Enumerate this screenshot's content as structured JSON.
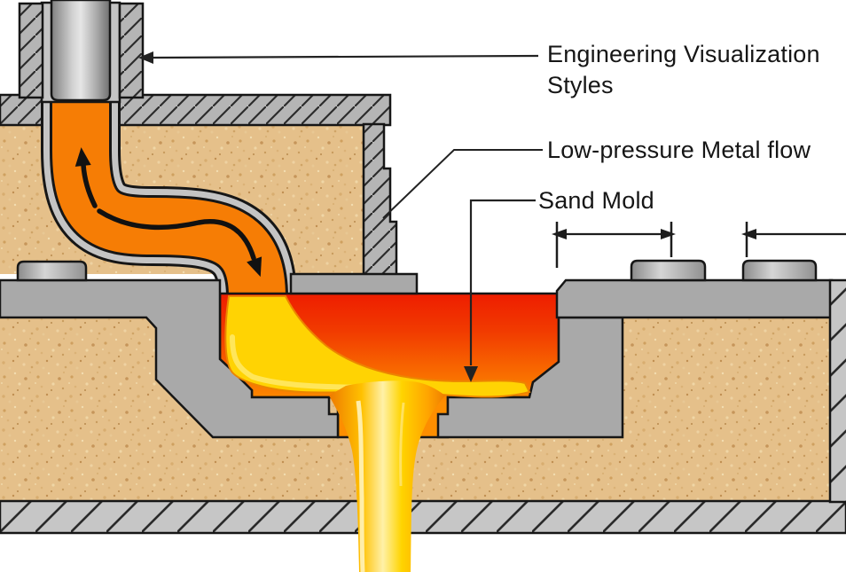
{
  "diagram": {
    "labels": {
      "style_note_line1": "Engineering Visualization",
      "style_note_line2": "Styles",
      "flow_label": "Low-pressure Metal flow",
      "mold_label": "Sand Mold"
    },
    "colors": {
      "sand": "#e5c08a",
      "metal_gray": "#a9a9a9",
      "hatch_gray": "#b5b5b5",
      "molten_red": "#ee1b00",
      "molten_orange": "#f67d05",
      "molten_yellow": "#ffd303",
      "outline": "#161616"
    }
  }
}
